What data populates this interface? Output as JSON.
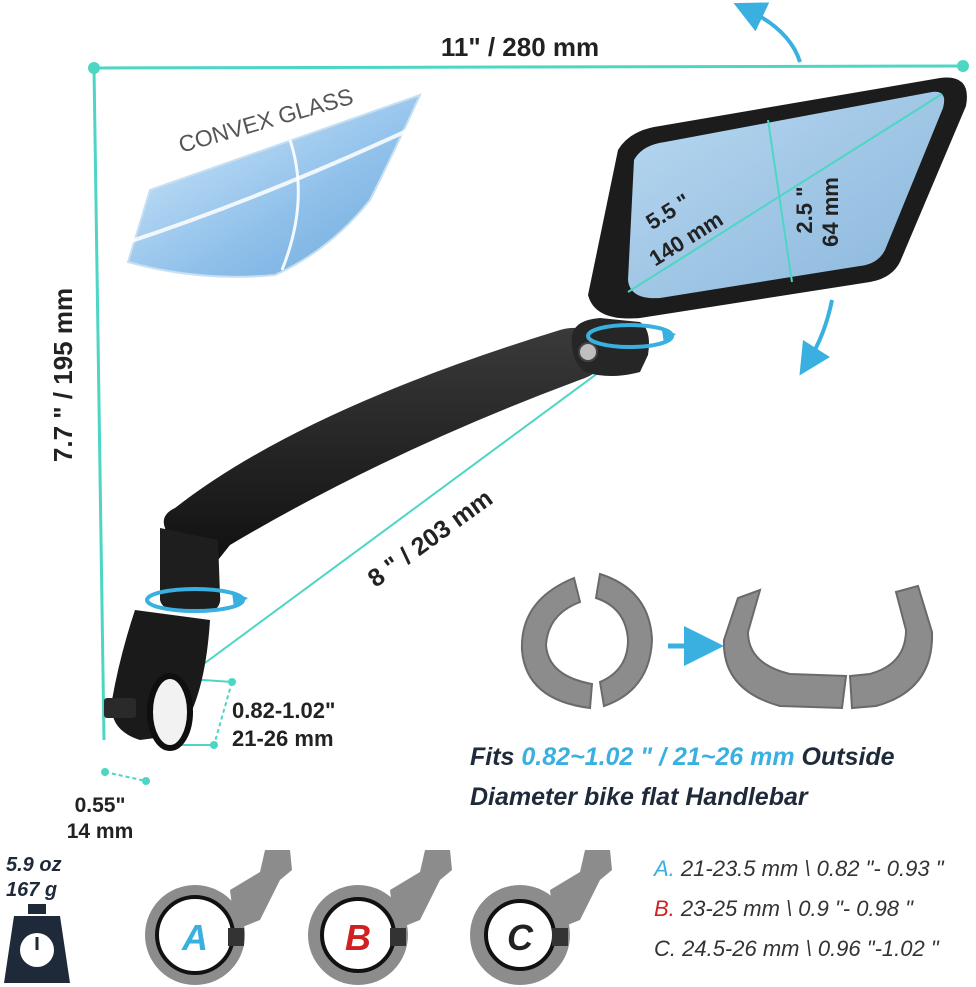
{
  "colors": {
    "accent": "#3ab0e0",
    "dimension_line": "#4dd6c4",
    "mirror_glass": "#9cc4e4",
    "mirror_frame": "#1c1c1c",
    "clip_gray": "#8c8c8c",
    "size_b_red": "#d02020"
  },
  "dimensions": {
    "width": "11\" / 280 mm",
    "height": "7.7 \" / 195 mm",
    "arm_length": "8 \" / 203 mm",
    "glass_diagonal_in": "5.5 \"",
    "glass_diagonal_mm": "140 mm",
    "glass_height_in": "2.5 \"",
    "glass_height_mm": "64 mm",
    "clamp_diameter_in": "0.82-1.02\"",
    "clamp_diameter_mm": "21-26 mm",
    "clamp_width_in": "0.55\"",
    "clamp_width_mm": "14 mm"
  },
  "convex_label": "CONVEX GLASS",
  "fits": {
    "prefix": "Fits ",
    "range": "0.82~1.02 \" / 21~26 mm",
    "suffix": " Outside",
    "line2": "Diameter bike flat Handlebar"
  },
  "weight": {
    "oz": "5.9 oz",
    "g": "167 g",
    "icon": "scale-icon"
  },
  "sizes": [
    {
      "letter": "A",
      "prefix": "A.",
      "text": " 21-23.5 mm \\ 0.82 \"- 0.93 \"",
      "color": "#3ab0e0"
    },
    {
      "letter": "B",
      "prefix": "B.",
      "text": " 23-25 mm \\ 0.9 \"- 0.98 \"",
      "color": "#d02020"
    },
    {
      "letter": "C",
      "prefix": "C.",
      "text": " 24.5-26 mm \\ 0.96 \"-1.02 \"",
      "color": "#222222"
    }
  ]
}
